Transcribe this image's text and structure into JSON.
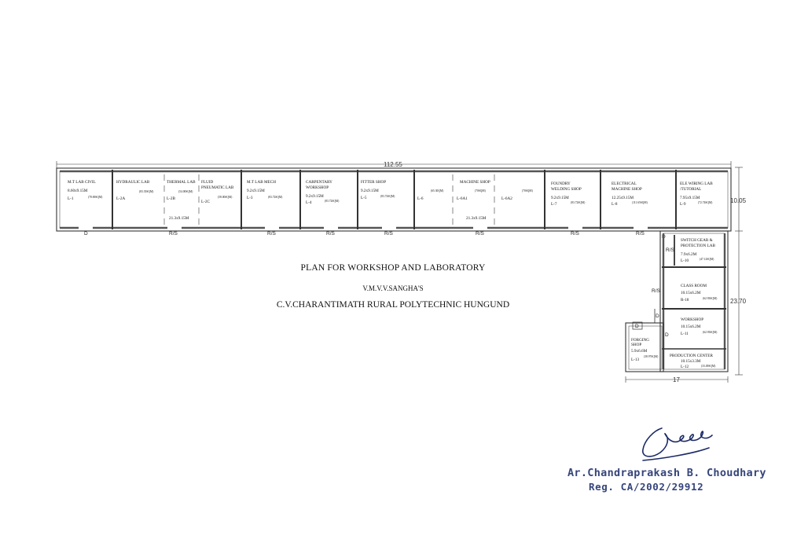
{
  "title": {
    "heading": "PLAN FOR WORKSHOP AND LABORATORY",
    "organisation": "V.M.V.V.SANGHA'S",
    "institution": "C.V.CHARANTIMATH RURAL POLYTECHNIC HUNGUND"
  },
  "dimensions": {
    "overall_length": "112.55",
    "block_depth": "10.05",
    "wing_length": "23.70",
    "wing_width": "17"
  },
  "rooms": {
    "l1": {
      "name": "M.T LAB CIVIL",
      "size": "8.60x9.15M",
      "area": "(78.69SQM)",
      "code": "L-1"
    },
    "l2a": {
      "name": "HYDRAULIC LAB",
      "area": "(83.35SQM)",
      "code": "L-2A"
    },
    "l2b": {
      "name": "THERMAL LAB",
      "area": "(54.00SQM)",
      "code": "L-2B"
    },
    "l2c": {
      "name1": "FLUID",
      "name2": "PNEUMATIC LAB",
      "area": "(58.00SQM)",
      "code": "L-2C"
    },
    "l2_size": "21.3x9.15M",
    "l3": {
      "name": "M.T LAB MECH",
      "size": "9.2x9.15M",
      "area": "(83.72SQM)",
      "code": "L-3"
    },
    "l4": {
      "name1": "CARPENTARY",
      "name2": "WORKSHOP",
      "size": "9.2x9.15M",
      "area": "(83.72SQM)",
      "code": "L-4"
    },
    "l5": {
      "name": "FITTER SHOP",
      "size": "9.2x9.15M",
      "area": "(83.72SQM)",
      "code": "L-5"
    },
    "l6": {
      "area": "(65.30QM)",
      "code": "L-6"
    },
    "l6a1": {
      "name": "MACHINE SHOP",
      "area": "(70SQM)",
      "code": "L-6A1"
    },
    "l6a2": {
      "area": "(70SQM)",
      "code": "L-6A2"
    },
    "l6_size": "21.3x9.15M",
    "l7": {
      "name1": "FOUNDRY",
      "name2": "WELDING SHOP",
      "size": "9.2x9.15M",
      "area": "(83.72SQM)",
      "code": "L-7"
    },
    "l8": {
      "name1": "ELECTRICAL",
      "name2": "MACHINE SHOP",
      "size": "12.25x9.15M",
      "area": "(111.65SQM)",
      "code": "L-8"
    },
    "l9": {
      "name1": "ELE WIRING LAB",
      "name2": "/TUTORIAL",
      "size": "7.95x9.15M",
      "area": "(72.74SQM)",
      "code": "L-9"
    },
    "l10": {
      "name1": "SWITCH GEAR &",
      "name2": "PROTECTION LAB",
      "size": "7.9x6.2M",
      "area": "(47.12SQM)",
      "code": "L-10"
    },
    "r18": {
      "name": "CLASS ROOM",
      "size": "10.15x6.2M",
      "area": "(62.93SQM)",
      "code": "R-18"
    },
    "l11": {
      "name": "WORKSHOP",
      "size": "10.15x6.2M",
      "area": "(62.93SQM)",
      "code": "L-11"
    },
    "l12": {
      "name": "PRODUCTION CENTER",
      "size": "10.15x3.3M",
      "area": "(33.49SQM)",
      "code": "L-12"
    },
    "l13": {
      "name1": "FORGING",
      "name2": "SHOP",
      "size": "5.9x6.6M",
      "area": "(38.97SQM)",
      "code": "L-13"
    }
  },
  "doors": {
    "door": "D",
    "rs": "R/S"
  },
  "signature": {
    "name": "Ar.Chandraprakash B. Choudhary",
    "registration": "Reg. CA/2002/29912"
  },
  "colors": {
    "line": "#333333",
    "stamp": "#36457c",
    "background": "#ffffff"
  }
}
